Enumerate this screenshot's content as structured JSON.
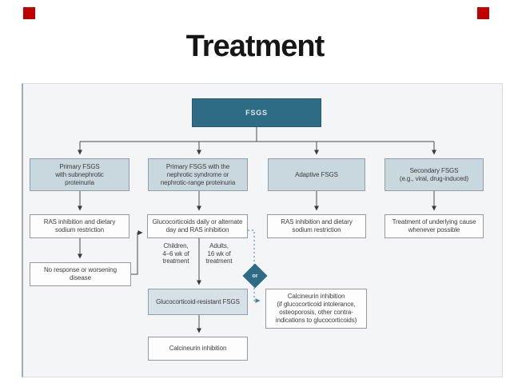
{
  "slide": {
    "title": "Treatment",
    "decor_color": "#c00000"
  },
  "flowchart": {
    "root": {
      "label": "FSGS"
    },
    "branches": [
      {
        "label": "Primary FSGS\nwith subnephrotic\nproteinuria"
      },
      {
        "label": "Primary FSGS with the\nnephrotic syndrome or\nnephrotic-range proteinuria"
      },
      {
        "label": "Adaptive FSGS"
      },
      {
        "label": "Secondary FSGS\n(e.g., viral, drug-induced)"
      }
    ],
    "treatments": [
      {
        "label": "RAS inhibition and dietary\nsodium restriction"
      },
      {
        "label": "Glucocorticoids daily or alternate\nday and RAS inhibition"
      },
      {
        "label": "RAS inhibition and dietary\nsodium restriction"
      },
      {
        "label": "Treatment of underlying cause\nwhenever possible"
      }
    ],
    "no_response": {
      "label": "No response or worsening\ndisease"
    },
    "duration_children": {
      "label": "Children,\n4–6 wk of\ntreatment"
    },
    "duration_adults": {
      "label": "Adults,\n16 wk of\ntreatment"
    },
    "or_label": "or",
    "resistant": {
      "label": "Glucocorticoid-resistant FSGS"
    },
    "calcineurin_alt": {
      "label": "Calcineurin inhibition\n(if glucocorticoid intolerance,\nosteoporosis, other contra-\nindications to glucocorticoids)"
    },
    "calcineurin": {
      "label": "Calcineurin inhibition"
    },
    "colors": {
      "teal": "#2e6b84",
      "node_blue": "#c9d7df",
      "node_blue_light": "#d5e0e7",
      "panel_bg": "#f4f5f6",
      "dashed_teal": "#4e8099",
      "connector": "#4b4b4b"
    }
  }
}
